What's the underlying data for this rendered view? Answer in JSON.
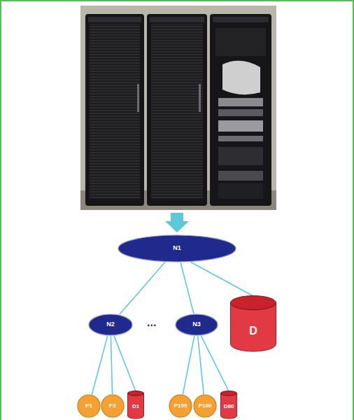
{
  "diagram": {
    "nodes": [
      {
        "text": [
          "N1"
        ]
      },
      {
        "text": [
          "N2"
        ]
      },
      {
        "text": [
          "N3"
        ]
      },
      {
        "text": [
          "D"
        ]
      },
      {
        "text": [
          "P1"
        ]
      },
      {
        "text": [
          "P2"
        ]
      },
      {
        "text": [
          "D1"
        ]
      },
      {
        "text": [
          "P159"
        ]
      },
      {
        "text": [
          "P160"
        ]
      },
      {
        "text": [
          "D80"
        ]
      }
    ],
    "edges": [
      {
        "from": 0,
        "to": 1,
        "arrow": "none"
      },
      {
        "from": 0,
        "to": 2,
        "arrow": "none"
      },
      {
        "from": 0,
        "to": 3,
        "arrow": "none"
      },
      {
        "from": 1,
        "to": 4,
        "arrow": "none"
      },
      {
        "from": 1,
        "to": 5,
        "arrow": "none"
      },
      {
        "from": 1,
        "to": 6,
        "arrow": "none"
      },
      {
        "from": 2,
        "to": 7,
        "arrow": "none"
      },
      {
        "from": 2,
        "to": 8,
        "arrow": "none"
      },
      {
        "from": 2,
        "to": 9,
        "arrow": "none"
      }
    ],
    "labels": [
      "..."
    ]
  }
}
